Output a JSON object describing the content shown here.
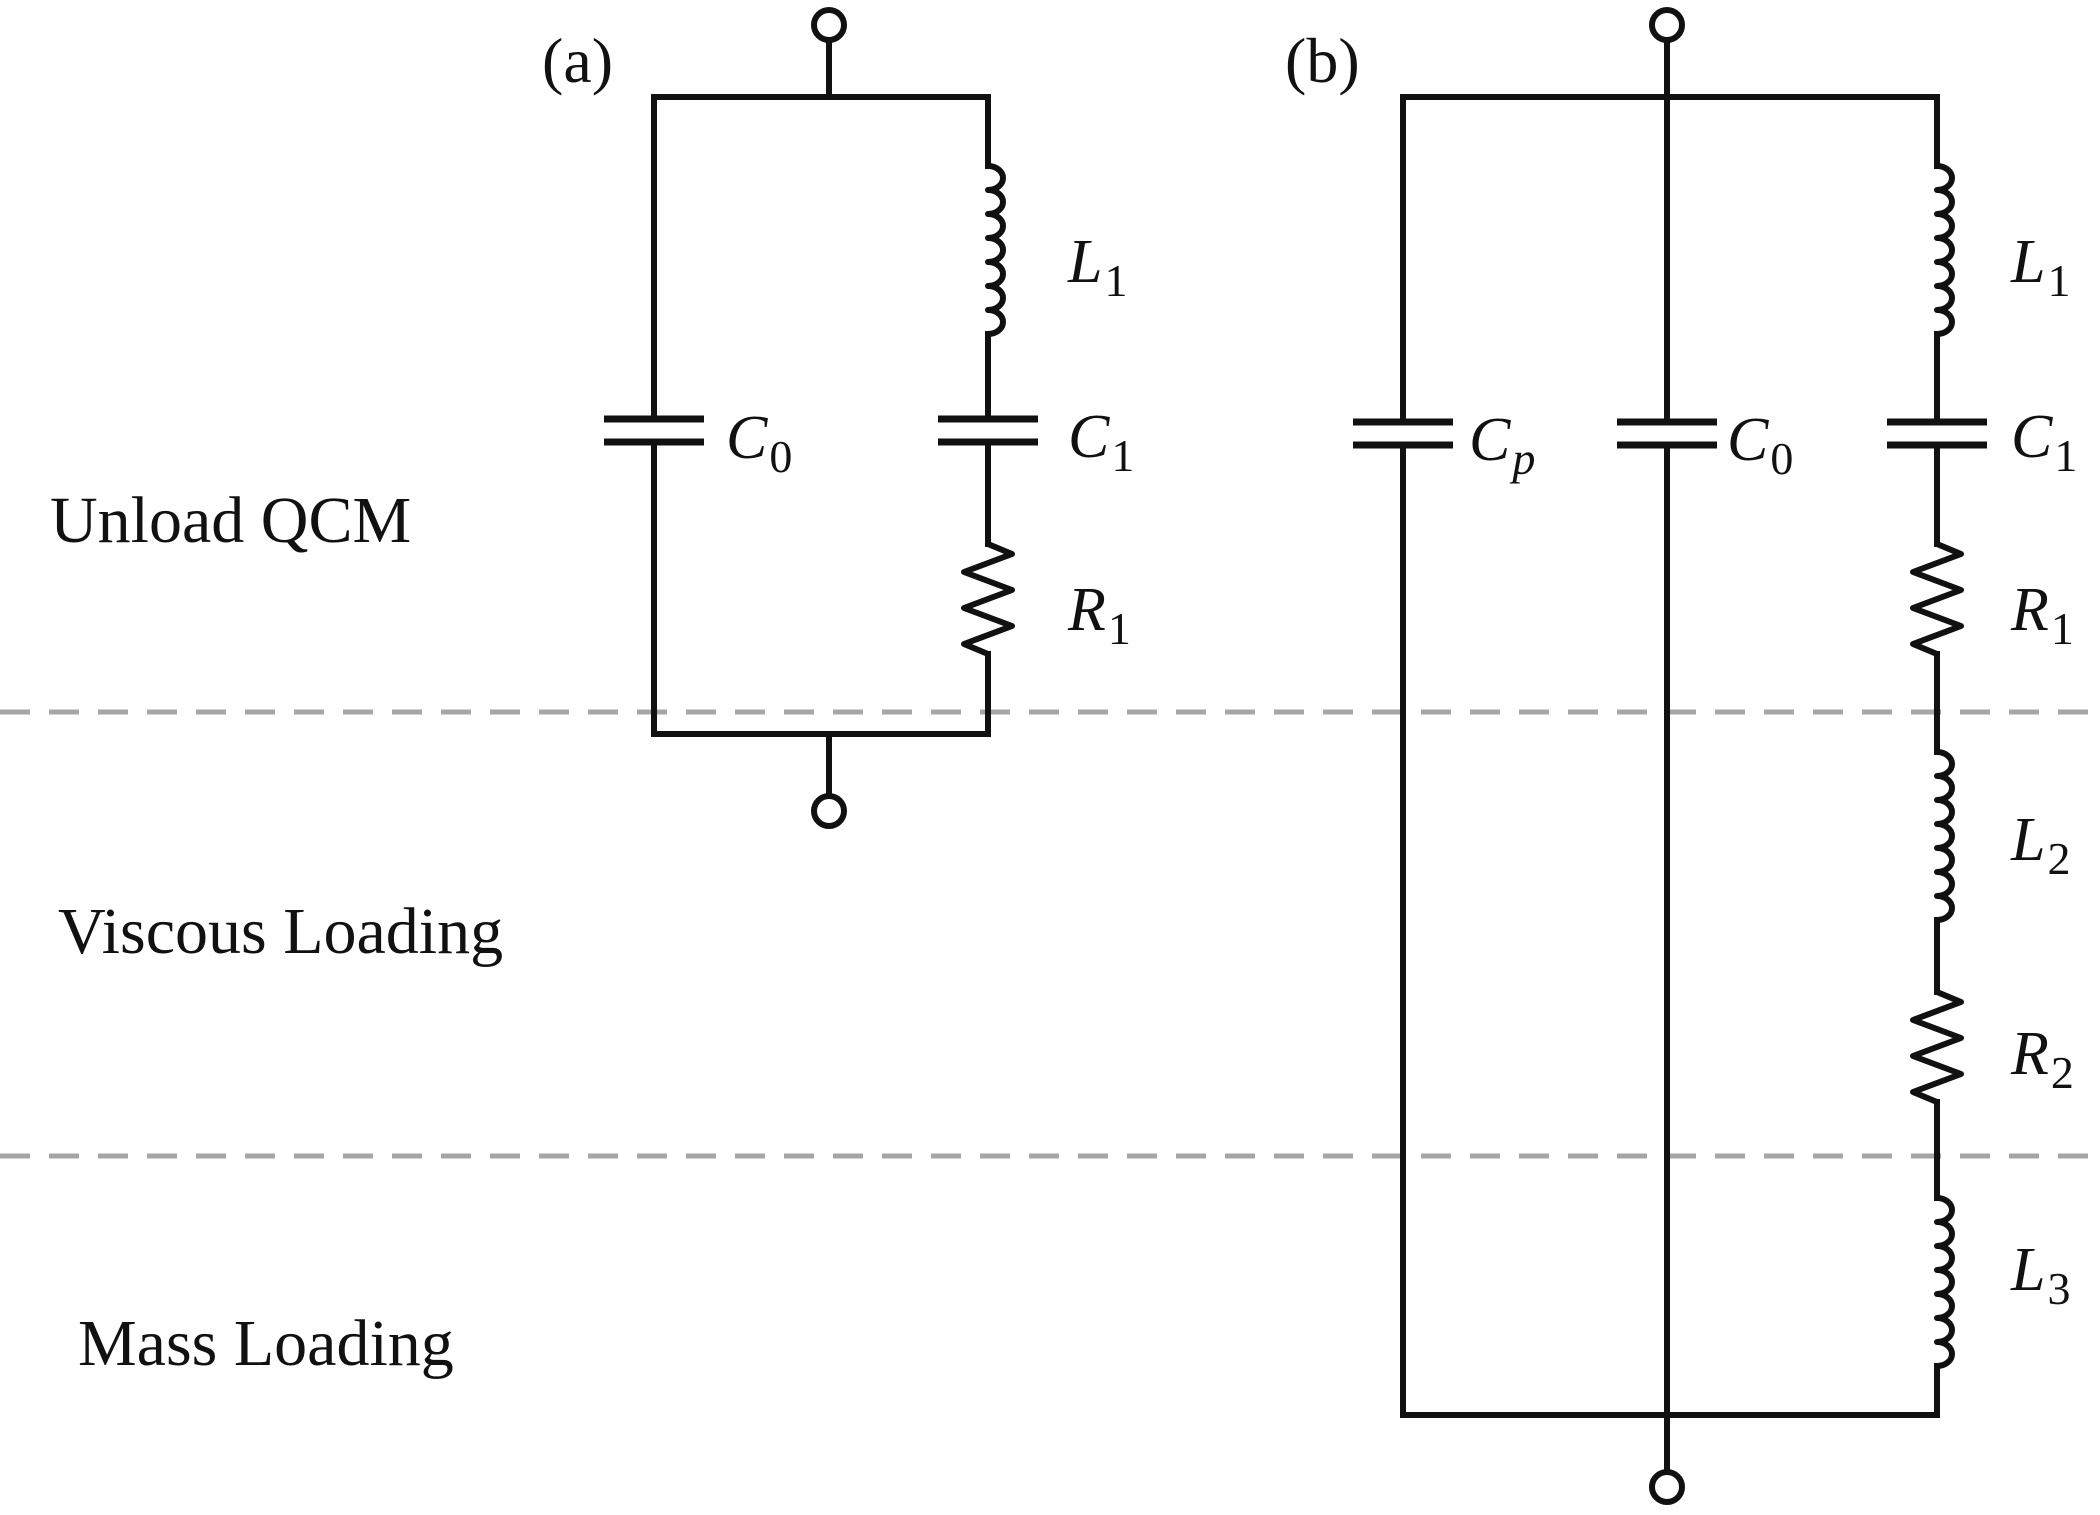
{
  "regions": {
    "unloaded": "Unload QCM",
    "viscous": "Viscous Loading",
    "mass": "Mass Loading"
  },
  "circuit_a": {
    "panel_label": "(a)",
    "c0": {
      "symbol": "C",
      "subscript": "0"
    },
    "l1": {
      "symbol": "L",
      "subscript": "1"
    },
    "c1": {
      "symbol": "C",
      "subscript": "1"
    },
    "r1": {
      "symbol": "R",
      "subscript": "1"
    }
  },
  "circuit_b": {
    "panel_label": "(b)",
    "cp": {
      "symbol": "C",
      "subscript": "p"
    },
    "c0": {
      "symbol": "C",
      "subscript": "0"
    },
    "l1": {
      "symbol": "L",
      "subscript": "1"
    },
    "c1": {
      "symbol": "C",
      "subscript": "1"
    },
    "r1": {
      "symbol": "R",
      "subscript": "1"
    },
    "l2": {
      "symbol": "L",
      "subscript": "2"
    },
    "r2": {
      "symbol": "R",
      "subscript": "2"
    },
    "l3": {
      "symbol": "L",
      "subscript": "3"
    }
  },
  "colors": {
    "wire": "#111111",
    "divider": "#a6a6a6",
    "background": "#ffffff"
  }
}
